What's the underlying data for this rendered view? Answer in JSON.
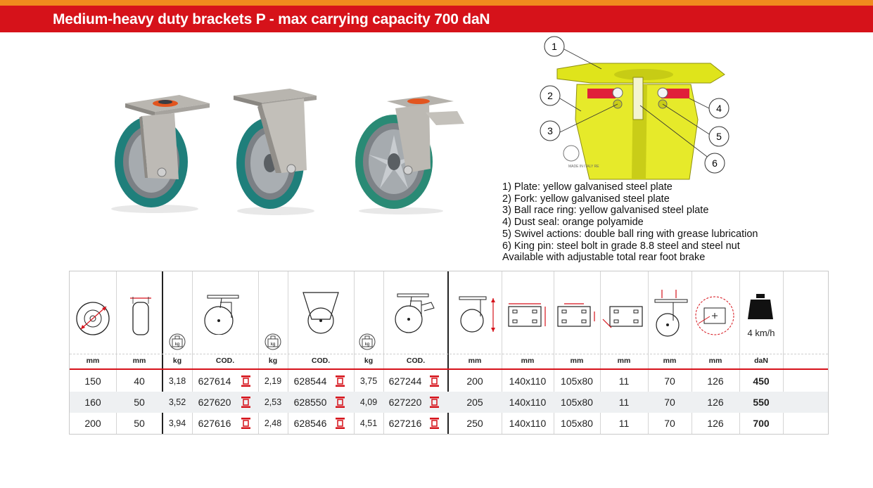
{
  "header": {
    "title": "Medium-heavy duty brackets P - max carrying capacity 700 daN"
  },
  "diagram": {
    "callouts": [
      "1",
      "2",
      "3",
      "4",
      "5",
      "6"
    ],
    "stamp": "MADE IN ITALY RE"
  },
  "legend": {
    "items": [
      "1)  Plate: yellow galvanised steel plate",
      "2)  Fork: yellow galvanised steel plate",
      "3)  Ball race ring: yellow galvanised steel plate",
      "4)  Dust seal: orange polyamide",
      "5)  Swivel actions: double ball ring with grease lubrication",
      "6)  King pin: steel bolt in grade 8.8 steel and steel nut"
    ],
    "note": "Available with adjustable total rear foot brake"
  },
  "table": {
    "speed_label": "4 km/h",
    "weight_icon_label": "kg",
    "units": [
      "mm",
      "mm",
      "kg",
      "COD.",
      "kg",
      "COD.",
      "kg",
      "COD.",
      "mm",
      "mm",
      "mm",
      "mm",
      "mm",
      "mm",
      "daN"
    ],
    "rows": [
      {
        "d": "150",
        "w": "40",
        "kg1": "3,18",
        "cod1": "627614",
        "kg2": "2,19",
        "cod2": "628544",
        "kg3": "3,75",
        "cod3": "627244",
        "h": "200",
        "plate": "140x110",
        "holes": "105x80",
        "bolt": "11",
        "offset": "70",
        "radius": "126",
        "cap": "450"
      },
      {
        "d": "160",
        "w": "50",
        "kg1": "3,52",
        "cod1": "627620",
        "kg2": "2,53",
        "cod2": "628550",
        "kg3": "4,09",
        "cod3": "627220",
        "h": "205",
        "plate": "140x110",
        "holes": "105x80",
        "bolt": "11",
        "offset": "70",
        "radius": "126",
        "cap": "550"
      },
      {
        "d": "200",
        "w": "50",
        "kg1": "3,94",
        "cod1": "627616",
        "kg2": "2,48",
        "cod2": "628546",
        "kg3": "4,51",
        "cod3": "627216",
        "h": "250",
        "plate": "140x110",
        "holes": "105x80",
        "bolt": "11",
        "offset": "70",
        "radius": "126",
        "cap": "700"
      }
    ]
  },
  "colors": {
    "banner": "#d6121a",
    "topline": "#f08a1e",
    "wheel_tread": "#1e7b78",
    "fork_yellow": "#e3e418",
    "seal_red": "#e0203a"
  },
  "icons": [
    "wheel-diameter-icon",
    "wheel-width-icon",
    "weight-icon",
    "swivel-caster-icon",
    "fixed-caster-icon",
    "brake-caster-icon",
    "height-icon",
    "plate-size-icon",
    "hole-spacing-icon",
    "bolt-hole-icon",
    "offset-icon",
    "swivel-radius-icon",
    "load-weight-icon",
    "rod-stock-icon"
  ]
}
